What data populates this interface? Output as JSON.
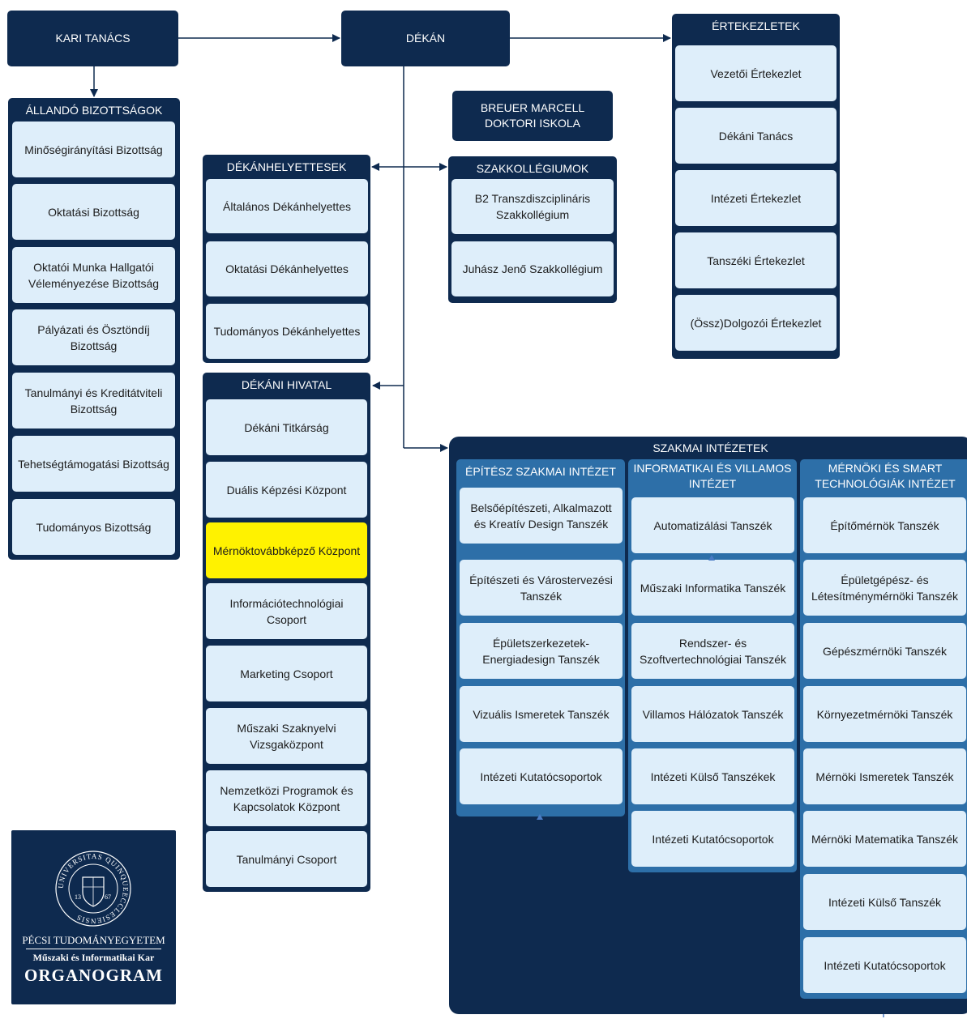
{
  "top": {
    "kari_tanacs": "KARI TANÁCS",
    "dekan": "DÉKÁN",
    "doktori": "BREUER MARCELL\nDOKTORI ISKOLA"
  },
  "allando": {
    "title": "ÁLLANDÓ BIZOTTSÁGOK",
    "items": [
      "Minőségirányítási Bizottság",
      "Oktatási Bizottság",
      "Oktatói Munka Hallgatói Véleményezése Bizottság",
      "Pályázati és Ösztöndíj Bizottság",
      "Tanulmányi és Kreditátviteli Bizottság",
      "Tehetségtámogatási Bizottság",
      "Tudományos Bizottság"
    ]
  },
  "dekanhelyettesek": {
    "title": "DÉKÁNHELYETTESEK",
    "items": [
      "Általános  Dékánhelyettes",
      "Oktatási Dékánhelyettes",
      "Tudományos Dékánhelyettes"
    ]
  },
  "szakkollegiumok": {
    "title": "SZAKKOLLÉGIUMOK",
    "items": [
      "B2 Transzdiszciplináris Szakkollégium",
      "Juhász Jenő Szakkollégium"
    ]
  },
  "ertekezletek": {
    "title": "ÉRTEKEZLETEK",
    "items": [
      "Vezetői Értekezlet",
      "Dékáni Tanács",
      "Intézeti Értekezlet",
      "Tanszéki Értekezlet",
      "(Össz)Dolgozói Értekezlet"
    ]
  },
  "dekani_hivatal": {
    "title": "DÉKÁNI HIVATAL",
    "items": [
      "Dékáni Titkárság",
      "Duális Képzési Központ",
      "Mérnöktovábbképző Központ",
      "Információtechnológiai Csoport",
      "Marketing Csoport",
      "Műszaki Szaknyelvi Vizsgaközpont",
      "Nemzetközi Programok és Kapcsolatok Központ",
      "Tanulmányi Csoport"
    ],
    "highlight_color": "#fff200"
  },
  "szakmai": {
    "title": "SZAKMAI INTÉZETEK",
    "institutes": [
      {
        "title": "ÉPÍTÉSZ SZAKMAI INTÉZET",
        "items": [
          "Belsőépítészeti, Alkalmazott és Kreatív Design Tanszék",
          "Építészeti és Várostervezési Tanszék",
          "Épületszerkezetek-Energiadesign Tanszék",
          "Vizuális Ismeretek Tanszék",
          "Intézeti Kutatócsoportok"
        ]
      },
      {
        "title": "INFORMATIKAI ÉS VILLAMOS INTÉZET",
        "items": [
          "Automatizálási Tanszék",
          "Műszaki Informatika Tanszék",
          "Rendszer- és Szoftvertechnológiai Tanszék",
          "Villamos Hálózatok Tanszék",
          "Intézeti Külső Tanszékek",
          "Intézeti Kutatócsoportok"
        ]
      },
      {
        "title": "MÉRNÖKI ÉS SMART TECHNOLÓGIÁK INTÉZET",
        "items": [
          "Építőmérnök Tanszék",
          "Épületgépész- és Létesítménymérnöki Tanszék",
          "Gépészmérnöki Tanszék",
          "Környezetmérnöki Tanszék",
          "Mérnöki Ismeretek Tanszék",
          "Mérnöki Matematika Tanszék",
          "Intézeti Külső Tanszék",
          "Intézeti Kutatócsoportok"
        ]
      }
    ]
  },
  "logo": {
    "seal_text": "UNIVERSITAS QUINQUEECCLESIENSIS",
    "seal_year_left": "13",
    "seal_year_right": "67",
    "university": "PÉCSI TUDOMÁNYEGYETEM",
    "faculty": "Műszaki és Informatikai Kar",
    "doc_title": "ORGANOGRAM"
  },
  "colors": {
    "navy": "#0e2a4f",
    "box": "#deeefa",
    "institute": "#2d6fa8",
    "arrow": "#4a7bc4"
  }
}
